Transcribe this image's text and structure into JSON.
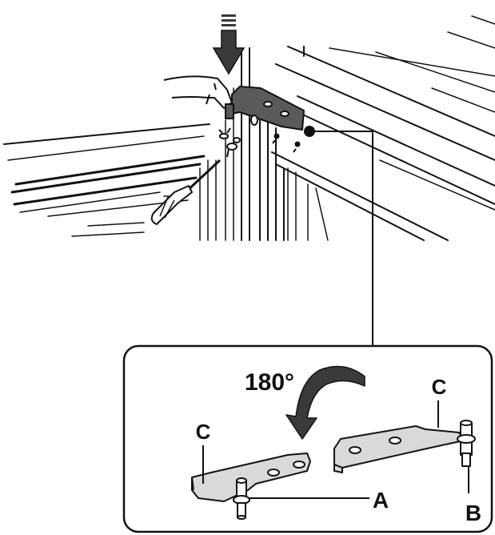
{
  "diagram": {
    "rotation_label": "180°",
    "callouts": {
      "c_left": "C",
      "c_right": "C",
      "a": "A",
      "b": "B"
    }
  },
  "colors": {
    "line": "#111111",
    "hinge_fill": "#5a5a5a",
    "part_fill": "#d9d9d9",
    "arrow_fill": "#3a3a3a",
    "background": "#ffffff"
  },
  "icons": {
    "press_arrow": "down-arrow-icon",
    "rotation": "curved-arrow-icon",
    "tool": "screwdriver-icon",
    "hand": "hand-icon"
  }
}
